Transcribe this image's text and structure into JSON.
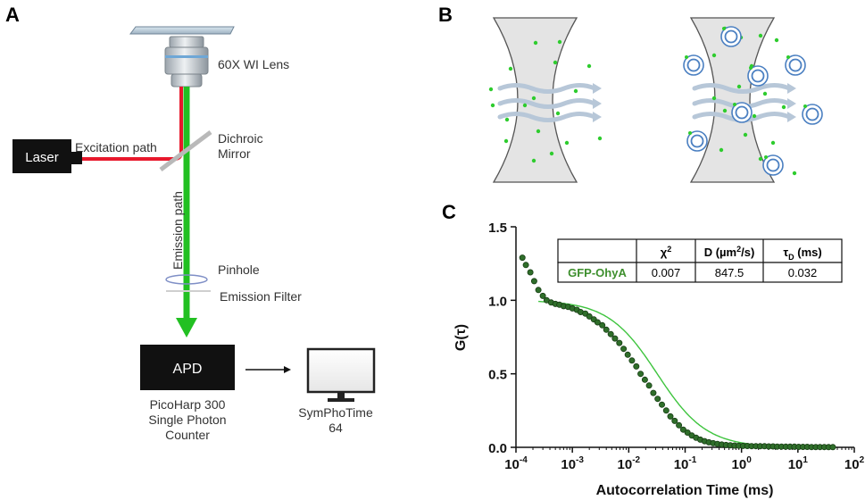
{
  "panel_a": {
    "letter": "A",
    "lens_label": "60X WI Lens",
    "laser_label": "Laser",
    "excitation_label": "Excitation path",
    "dichroic_label_1": "Dichroic",
    "dichroic_label_2": "Mirror",
    "emission_label": "Emission path",
    "pinhole_label": "Pinhole",
    "emission_filter_label": "Emission Filter",
    "apd_label": "APD",
    "picoharp_line1": "PicoHarp 300",
    "picoharp_line2": "Single Photon",
    "picoharp_line3": "Counter",
    "software_line1": "SymPhoTime",
    "software_line2": "64",
    "colors": {
      "laser": "#e8182c",
      "emission": "#22c022",
      "box": "#111111"
    }
  },
  "panel_b": {
    "letter": "B",
    "dot_color": "#2ecc2e",
    "vesicle_color": "#4a7fc1"
  },
  "panel_c": {
    "letter": "C",
    "table": {
      "headers": [
        "",
        "χ2",
        "D (µm2/s)",
        "τD (ms)"
      ],
      "row_label": "GFP-OhyA",
      "values": [
        "0.007",
        "847.5",
        "0.032"
      ]
    },
    "chart_data": {
      "type": "scatter",
      "xscale": "log",
      "xlim": [
        0.0001,
        100
      ],
      "ylim": [
        0,
        1.5
      ],
      "xlabel": "Autocorrelation Time (ms)",
      "ylabel": "G(τ)",
      "yticks": [
        "0.0",
        "0.5",
        "1.0",
        "1.5"
      ],
      "xticks": [
        "10-4",
        "10-3",
        "10-2",
        "10-1",
        "100",
        "101",
        "102"
      ],
      "fit": {
        "G0": 1.0,
        "tauD_ms": 0.032
      },
      "series": [
        {
          "x": [
            0.00013,
            0.00015,
            0.00018,
            0.00021,
            0.00025,
            0.0003,
            0.00035,
            0.00042,
            0.0005,
            0.00059,
            0.0007,
            0.00084,
            0.001,
            0.0012,
            0.0014,
            0.0017,
            0.002,
            0.0024,
            0.0028,
            0.0034,
            0.004,
            0.0048,
            0.0057,
            0.0068,
            0.0081,
            0.0096,
            0.0114,
            0.0136,
            0.0162,
            0.0193,
            0.0229,
            0.0273,
            0.0325,
            0.0387,
            0.0461,
            0.0549,
            0.0653,
            0.0778,
            0.0926,
            0.1103,
            0.1313,
            0.1563,
            0.1861,
            0.2216,
            0.2639,
            0.3142,
            0.3742,
            0.4455,
            0.5305,
            0.6317,
            0.7522,
            0.8957,
            1.0665,
            1.2699,
            1.5122,
            1.8006,
            2.1441,
            2.5531,
            3.0402,
            3.6201,
            4.3107,
            5.1331,
            6.1124,
            7.2784,
            8.667,
            10.32,
            12.29,
            14.63,
            17.42,
            20.75,
            24.71,
            29.42,
            35.03,
            41.72
          ],
          "y": [
            1.29,
            1.24,
            1.19,
            1.13,
            1.07,
            1.03,
            1.0,
            0.985,
            0.975,
            0.97,
            0.96,
            0.955,
            0.945,
            0.935,
            0.92,
            0.91,
            0.89,
            0.87,
            0.85,
            0.83,
            0.8,
            0.77,
            0.74,
            0.71,
            0.67,
            0.63,
            0.59,
            0.55,
            0.5,
            0.46,
            0.42,
            0.37,
            0.33,
            0.29,
            0.25,
            0.21,
            0.18,
            0.15,
            0.12,
            0.1,
            0.08,
            0.065,
            0.052,
            0.042,
            0.034,
            0.028,
            0.023,
            0.019,
            0.016,
            0.014,
            0.012,
            0.011,
            0.01,
            0.009,
            0.008,
            0.008,
            0.007,
            0.007,
            0.006,
            0.006,
            0.005,
            0.005,
            0.004,
            0.004,
            0.004,
            0.003,
            0.003,
            0.003,
            0.002,
            0.002,
            0.002,
            0.002,
            0.001,
            0.001
          ]
        }
      ]
    }
  }
}
